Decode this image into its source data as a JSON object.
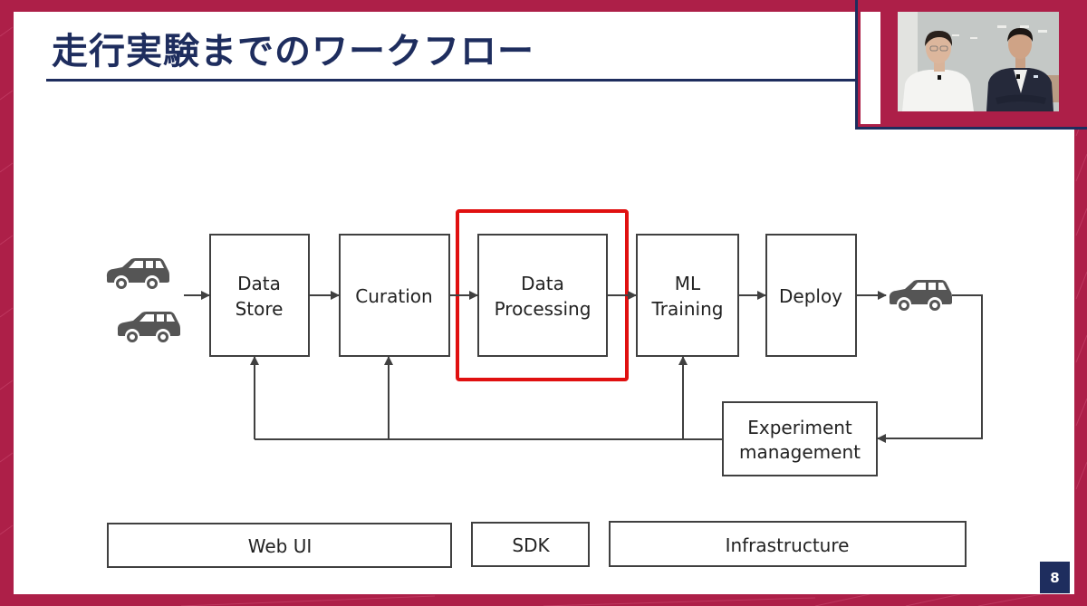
{
  "slide": {
    "title": "走行実験までのワークフロー",
    "page_number": "8",
    "colors": {
      "frame": "#ad1f48",
      "title": "#1e2d5e",
      "highlight": "#e01010",
      "line": "#404040",
      "icon": "#555555"
    }
  },
  "video": {
    "description": "Webcam feed of two presenters",
    "people": [
      "presenter-left",
      "presenter-right"
    ]
  },
  "diagram": {
    "nodes": [
      {
        "id": "data-store",
        "lines": [
          "Data",
          "Store"
        ]
      },
      {
        "id": "curation",
        "lines": [
          "Curation"
        ]
      },
      {
        "id": "data-processing",
        "lines": [
          "Data",
          "Processing"
        ],
        "highlighted": true
      },
      {
        "id": "ml-training",
        "lines": [
          "ML",
          "Training"
        ]
      },
      {
        "id": "deploy",
        "lines": [
          "Deploy"
        ]
      },
      {
        "id": "experiment-management",
        "lines": [
          "Experiment",
          "management"
        ]
      }
    ],
    "icons": [
      "car-icon",
      "car-icon",
      "car-icon"
    ],
    "edges": [
      {
        "from": "cars",
        "to": "data-store"
      },
      {
        "from": "data-store",
        "to": "curation"
      },
      {
        "from": "curation",
        "to": "data-processing"
      },
      {
        "from": "data-processing",
        "to": "ml-training"
      },
      {
        "from": "ml-training",
        "to": "deploy"
      },
      {
        "from": "deploy",
        "to": "car"
      },
      {
        "from": "car",
        "to": "experiment-management"
      },
      {
        "from": "experiment-management",
        "to": "data-store"
      },
      {
        "from": "experiment-management",
        "to": "curation"
      },
      {
        "from": "experiment-management",
        "to": "ml-training"
      }
    ],
    "layers": [
      {
        "id": "web-ui",
        "label": "Web UI"
      },
      {
        "id": "sdk",
        "label": "SDK"
      },
      {
        "id": "infrastructure",
        "label": "Infrastructure"
      }
    ]
  }
}
